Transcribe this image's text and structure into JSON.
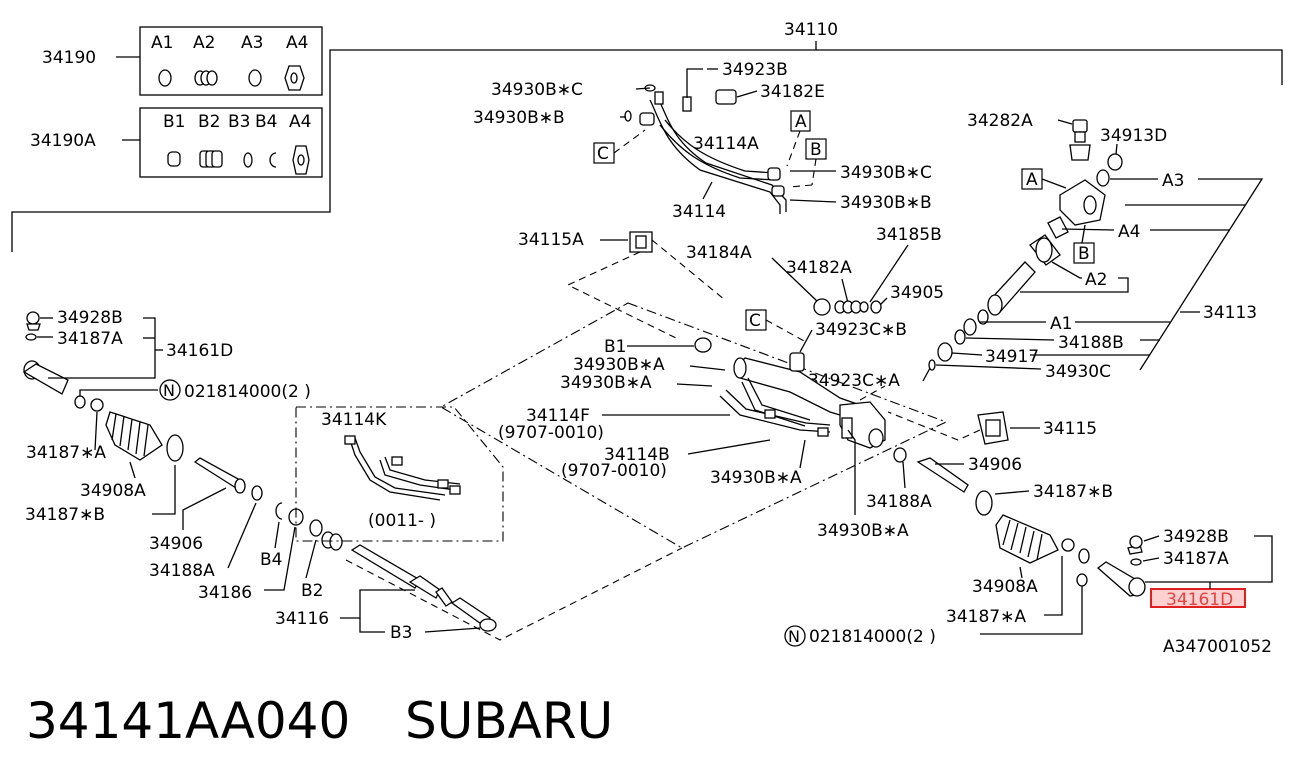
{
  "header_part": "34110",
  "footer": {
    "part_number": "34141AA040",
    "brand": "SUBARU",
    "ref_code": "A347001052"
  },
  "kits": {
    "k1": {
      "number": "34190",
      "labels": [
        "A1",
        "A2",
        "A3",
        "A4"
      ]
    },
    "k2": {
      "number": "34190A",
      "labels": [
        "B1",
        "B2",
        "B3",
        "B4",
        "A4"
      ]
    }
  },
  "callouts": {
    "c1": "34930B∗C",
    "c2": "34923B",
    "c3": "34182E",
    "c4": "34930B∗B",
    "c5": "34114A",
    "c6": "34930B∗C",
    "c7": "34930B∗B",
    "c8": "34114",
    "c9": "34282A",
    "c10": "34913D",
    "c11": "A3",
    "c12": "A4",
    "c13": "A2",
    "c14": "34113",
    "c15": "A1",
    "c16": "34188B",
    "c17": "34917",
    "c18": "34930C",
    "c19": "34115A",
    "c20": "34184A",
    "c21": "34185B",
    "c22": "34182A",
    "c23": "34905",
    "c24": "34923C∗B",
    "c25": "B1",
    "c26": "34930B∗A",
    "c27": "34930B∗A",
    "c28": "34923C∗A",
    "c29": "34114F",
    "c30": "(9707-0010)",
    "c31": "34114B",
    "c32": "(9707-0010)",
    "c33": "34930B∗A",
    "c34": "34930B∗A",
    "c35": "34115",
    "c36": "34906",
    "c37": "34188A",
    "c38": "34187∗B",
    "c39": "34928B",
    "c40": "34187A",
    "c41": "34161D",
    "c42": "021814000(2 )",
    "c43": "34187∗A",
    "c44": "34908A",
    "c45": "34187∗B",
    "c46": "34906",
    "c47": "34188A",
    "c48": "34186",
    "c49": "B4",
    "c50": "B2",
    "c51": "34116",
    "c52": "B3",
    "c53": "34114K",
    "c54": "(0011-     )",
    "c55": "34928B",
    "c56": "34187A",
    "c57": "34908A",
    "c58": "34187∗A",
    "c59": "021814000(2 )",
    "c60": "34161D"
  },
  "ref_letters": {
    "a1": "A",
    "a2": "A",
    "b1": "B",
    "b2": "B",
    "cc1": "C",
    "cc2": "C",
    "n1": "N",
    "n2": "N"
  }
}
